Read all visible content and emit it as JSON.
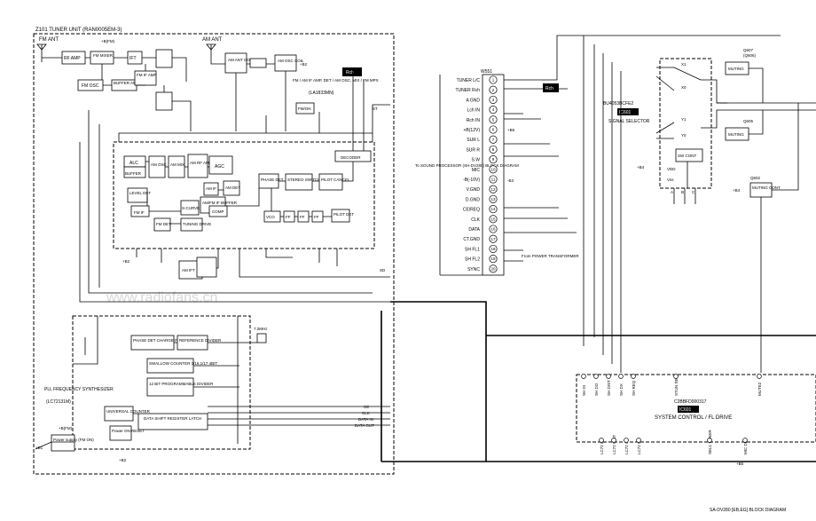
{
  "tuner_unit": {
    "title": "Z101 TUNER UNIT (RAN0005EM-3)",
    "fm_ant": "FM ANT",
    "am_ant": "AM ANT",
    "rf_amp": "RF AMP",
    "fm_mixer": "FM MIXER",
    "ift": "IFT",
    "fm_osc": "FM OSC",
    "buffer_amp": "BUFFER AMP",
    "fm_if_amp": "FM IF AMP",
    "am_ant_coil": "AM ANT COIL",
    "am_osc_coil": "AM OSC COIL",
    "b_fm": "+B(FM)",
    "b2": "+B2",
    "rch_tag": "Rch",
    "fm_on": "FM/ON",
    "ic_desc": "FM / AM IF AMP, DET / AM OSC, MIX / FM MPX",
    "ic_part": "(LA1833MN)",
    "alc": "ALC",
    "am_osc": "AM OSC",
    "buffer": "BUFFER",
    "am_mix": "AM MIX",
    "am_rf_amp": "AM RF AMP",
    "agc": "AGC",
    "am_if": "AM IF",
    "am_det": "AM DET",
    "level_det": "LEVEL DET",
    "fm_if": "FM IF",
    "s_curve": "S-CURVE",
    "amfm_if_buffer": "AM/FM IF BUFFER",
    "comp": "COMP",
    "fm_det": "FM DET",
    "tuning_drive": "TUNING DRIVE",
    "phase_det": "PHASE DET",
    "stereo_switch": "STEREO SWITCH",
    "pilot_cancel": "PILOT CANCEL",
    "vco": "VCO",
    "ff": "FF",
    "pilot_det": "PILOT DET",
    "decoder": "DECODER",
    "am_ift": "AM IFT",
    "b2b": "+B2",
    "sd": "SD",
    "st": "ST"
  },
  "pll": {
    "title": "PLL FREQUENCY SYNTHESIZER",
    "part": "(LC72131M)",
    "phase_det": "PHASE DET CHARGE PUMP",
    "ref_divider": "REFERENCE DIVIDER",
    "swallow": "SWALLOW COUNTER 1/16,1/17 4BIT",
    "prog_divider": "12 BIT PROGRAMMABLE DIVIDER",
    "universal": "UNIVERSAL COUNTER",
    "data_shift": "DATA SHIFT REGISTER LATCH",
    "power_on_reset": "Power ON RESET",
    "power_supply": "Power supply (FM ON)",
    "xtal": "7.2MHz",
    "b1": "+B1",
    "b2": "+B2",
    "b_fm": "+B(FM)",
    "ce": "CE",
    "clk": "CLK",
    "data_in": "DATA IN",
    "data_out": "DATA OUT"
  },
  "connector": {
    "ref": "W551",
    "note": "To SOUND PROCESSOR (SH-DV280) BLOCK DIAGRAM",
    "power_note": "From POWER TRANSFORMER",
    "pins": [
      {
        "n": "1",
        "label": "TUNER L/C"
      },
      {
        "n": "2",
        "label": "TUNER Rch"
      },
      {
        "n": "3",
        "label": "A GND"
      },
      {
        "n": "4",
        "label": "Lch IN"
      },
      {
        "n": "5",
        "label": "Rch IN"
      },
      {
        "n": "6",
        "label": "+B(12V)"
      },
      {
        "n": "7",
        "label": "SUR L"
      },
      {
        "n": "8",
        "label": "SUR R"
      },
      {
        "n": "9",
        "label": "S.W"
      },
      {
        "n": "10",
        "label": "MIC"
      },
      {
        "n": "11",
        "label": "-B(-10V)"
      },
      {
        "n": "12",
        "label": "V.GND"
      },
      {
        "n": "13",
        "label": "D.GND"
      },
      {
        "n": "14",
        "label": "CE/REQ"
      },
      {
        "n": "15",
        "label": "CLK"
      },
      {
        "n": "16",
        "label": "DATA"
      },
      {
        "n": "17",
        "label": "CT.GND"
      },
      {
        "n": "18",
        "label": "SH FL1"
      },
      {
        "n": "19",
        "label": "SH FL2"
      },
      {
        "n": "20",
        "label": "SYNC"
      }
    ],
    "b5": "+B5",
    "b3": "-B3",
    "rch": "Rch"
  },
  "selector": {
    "part": "BU4053BCFE2",
    "ref": "IC601",
    "name": "SIGNAL SELECTOR",
    "sw_cont": "SW CONT",
    "x1": "X1",
    "x0": "X0",
    "y1": "Y1",
    "y0": "Y0",
    "b4": "+B4",
    "vdd": "VDD",
    "vss": "Vss",
    "a": "A",
    "b": "B",
    "c": "C"
  },
  "muting": {
    "q607": "Q607",
    "q607_part": "(Q606)",
    "muting1": "MUTING",
    "q605": "Q605",
    "muting2": "MUTING",
    "q602": "Q602",
    "muting_cont": "MUTING CONT",
    "b4": "+B4"
  },
  "system_control": {
    "part": "C2BBFD000317",
    "ref": "IC601",
    "name": "SYSTEM  CONTROL / FL DRIVE",
    "pins_top": [
      "SH DI",
      "SH DO",
      "SH DIST",
      "SH DX",
      "SH REQ",
      "STUN SEL",
      "MUTE2"
    ],
    "pins_bottom": [
      "LC72 CE",
      "LC72 DIST",
      "LC72 CK",
      "LC72 DO",
      "SEL1 TUNER",
      "MIC DET"
    ],
    "b6": "+B6"
  },
  "footer": {
    "caption": "SA-DV280 [EB,EG] BLOCK DIAGRAM"
  },
  "watermark": "www.radiofans.cn"
}
